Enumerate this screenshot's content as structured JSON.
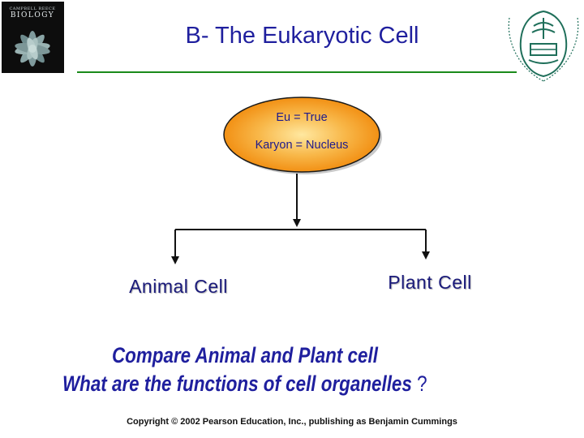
{
  "cover": {
    "line1": "CAMPBELL REECE",
    "line2": "BIOLOGY"
  },
  "title": "B- The Eukaryotic Cell",
  "ellipse": {
    "line1": "Eu = True",
    "line2": "Karyon = Nucleus"
  },
  "branches": {
    "left": "Animal Cell",
    "right": "Plant Cell"
  },
  "questions": {
    "line1": "Compare  Animal and Plant cell",
    "line2": "What are the functions of cell organelles",
    "line2_mark": " ?"
  },
  "copyright": "Copyright © 2002 Pearson Education, Inc., publishing as Benjamin Cummings",
  "colors": {
    "title": "#1f1f9e",
    "rule": "#1a8a1a",
    "ellipse": "#f5a623"
  }
}
